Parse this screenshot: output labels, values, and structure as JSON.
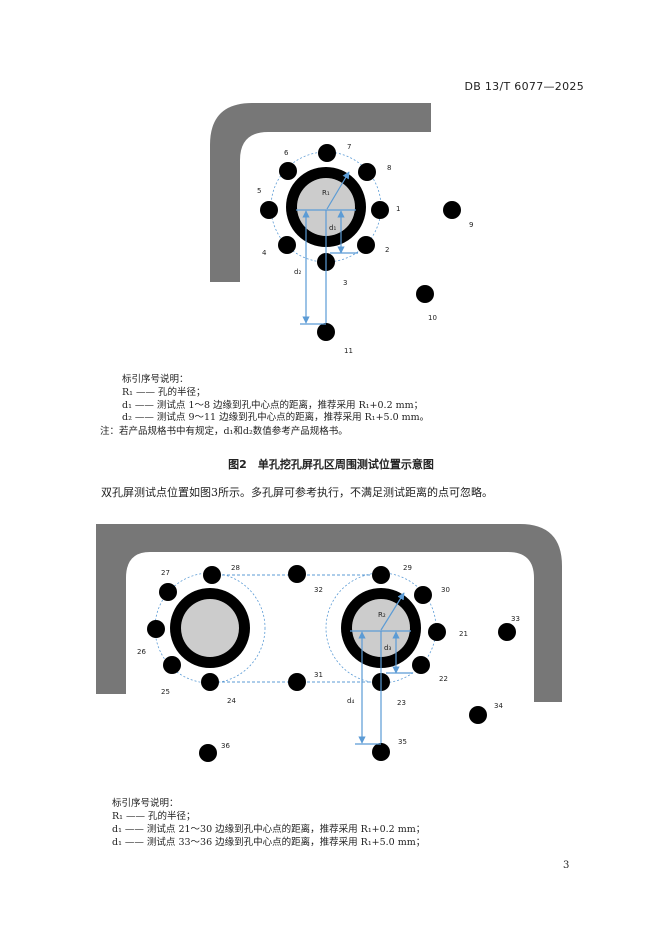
{
  "header": {
    "doc_id": "DB 13/T 6077—2025"
  },
  "figure2": {
    "labels": {
      "p1": "1",
      "p2": "2",
      "p3": "3",
      "p4": "4",
      "p5": "5",
      "p6": "6",
      "p7": "7",
      "p8": "8",
      "p9": "9",
      "p10": "10",
      "p11": "11",
      "r1": "R₁",
      "d1": "d₁",
      "d2": "d₂"
    }
  },
  "legend2": {
    "title": "标引序号说明：",
    "l1": "R₁ —— 孔的半径；",
    "l2": "d₁ —— 测试点 1～8 边缘到孔中心点的距离，推荐采用 R₁+0.2 mm；",
    "l3": "d₂ —— 测试点 9～11 边缘到孔中心点的距离，推荐采用 R₁+5.0 mm。",
    "note": "注：若产品规格书中有规定，d₁和d₂数值参考产品规格书。"
  },
  "caption2": "图2　单孔挖孔屏孔区周围测试位置示意图",
  "paragraph": "双孔屏测试点位置如图3所示。多孔屏可参考执行，不满足测试距离的点可忽略。",
  "figure3": {
    "labels": {
      "p21": "21",
      "p22": "22",
      "p23": "23",
      "p24": "24",
      "p25": "25",
      "p26": "26",
      "p27": "27",
      "p28": "28",
      "p29": "29",
      "p30": "30",
      "p31": "31",
      "p32": "32",
      "p33": "33",
      "p34": "34",
      "p35": "35",
      "p36": "36",
      "r2": "R₂",
      "d3": "d₃",
      "d4": "d₄"
    }
  },
  "legend3": {
    "title": "标引序号说明：",
    "l1": "R₁ —— 孔的半径；",
    "l2": "d₁ —— 测试点 21～30 边缘到孔中心点的距离，推荐采用 R₁+0.2 mm；",
    "l3": "d₁ —— 测试点 33～36 边缘到孔中心点的距离，推荐采用 R₁+5.0 mm；"
  },
  "page_number": "3",
  "colors": {
    "frame": "#777777",
    "dot": "#000000",
    "hole": "#cccccc",
    "arrow": "#5b9bd5"
  }
}
